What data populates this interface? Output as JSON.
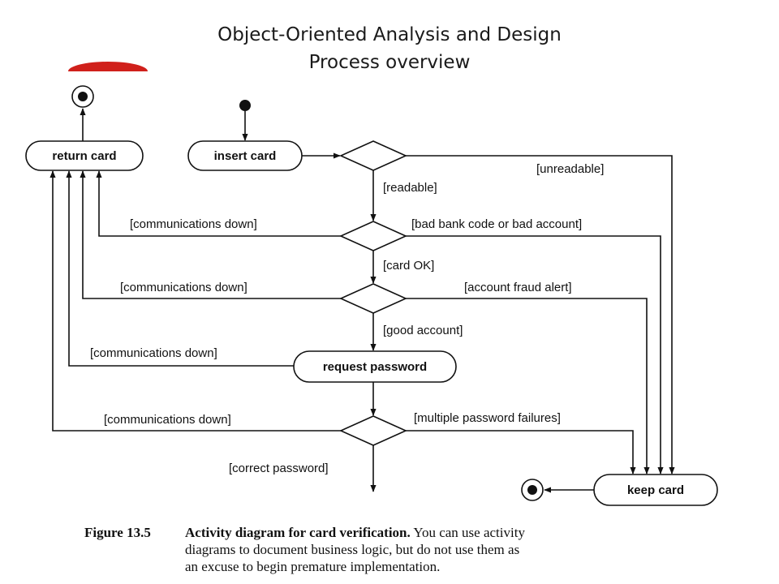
{
  "slide": {
    "title_line1": "Object-Oriented Analysis and Design",
    "title_line2": "Process overview"
  },
  "nodes": {
    "return_card": "return card",
    "insert_card": "insert card",
    "request_password": "request password",
    "keep_card": "keep card"
  },
  "guards": {
    "unreadable": "[unreadable]",
    "readable": "[readable]",
    "comm_down_1": "[communications down]",
    "bad_bank_code": "[bad bank code or bad account]",
    "card_ok": "[card OK]",
    "comm_down_2": "[communications down]",
    "account_fraud": "[account fraud alert]",
    "good_account": "[good account]",
    "comm_down_3": "[communications down]",
    "comm_down_4": "[communications down]",
    "multiple_failures": "[multiple password failures]",
    "correct_password": "[correct password]"
  },
  "caption": {
    "figure_number": "Figure 13.5",
    "figure_title": "Activity diagram for card verification.",
    "line1_rest": " You can use activity",
    "line2": "diagrams to document business logic, but do not use them as",
    "line3": "an excuse to begin premature implementation."
  }
}
